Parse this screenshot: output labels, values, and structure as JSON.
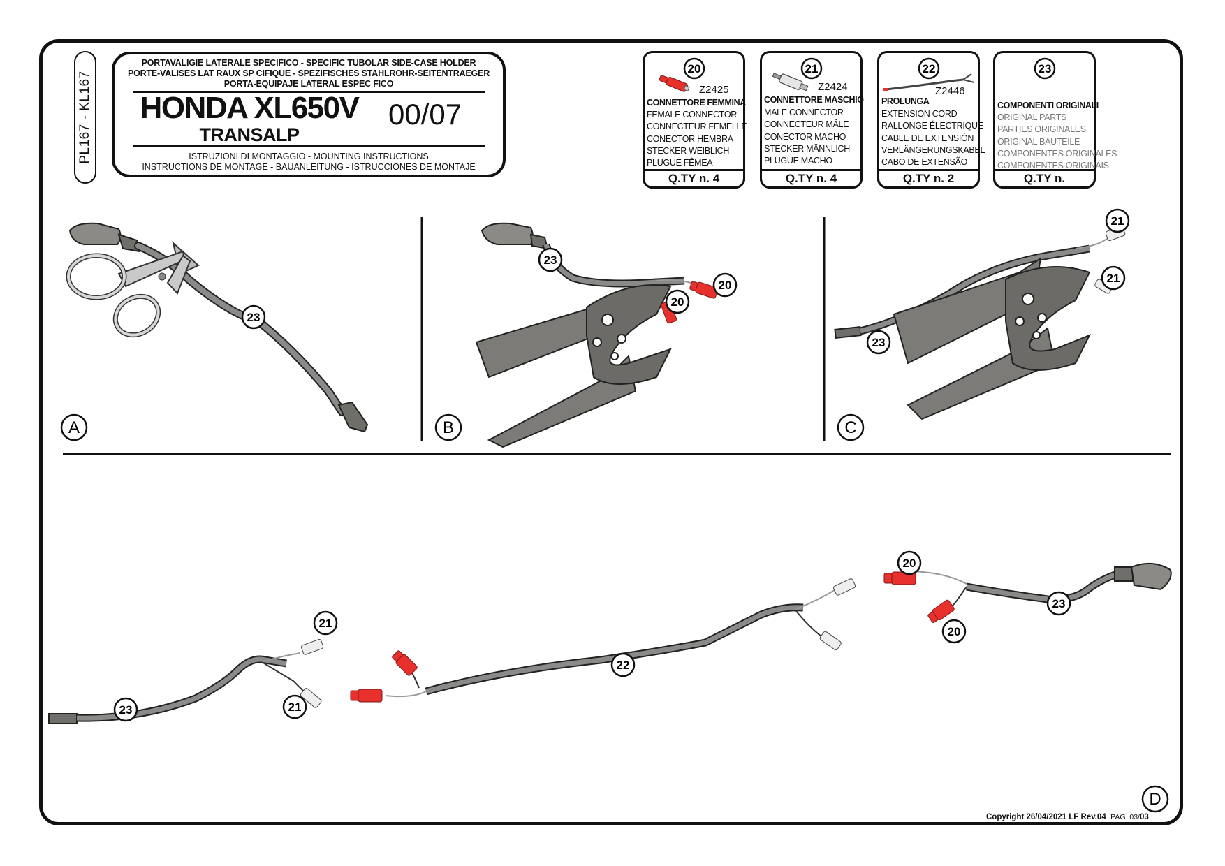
{
  "code_label": "PL167 - KL167",
  "title": {
    "header_lines": [
      "PORTAVALIGIE LATERALE SPECIFICO  -  SPECIFIC TUBOLAR SIDE-CASE HOLDER",
      "PORTE-VALISES LAT RAUX SP CIFIQUE - SPEZIFISCHES STAHLROHR-SEITENTRAEGER",
      "PORTA-EQUIPAJE LATERAL ESPEC FICO"
    ],
    "model": "HONDA XL650V",
    "submodel": "TRANSALP",
    "date": "00/07",
    "instruction_lines": [
      "ISTRUZIONI DI MONTAGGIO  -  MOUNTING INSTRUCTIONS",
      "INSTRUCTIONS DE MONTAGE - BAUANLEITUNG - ISTRUCCIONES DE MONTAJE"
    ]
  },
  "parts": [
    {
      "number": "20",
      "code": "Z2425",
      "name": "CONNETTORE FEMMINA",
      "translations": [
        "FEMALE CONNECTOR",
        "CONNECTEUR FEMELLE",
        "CONECTOR HEMBRA",
        "STECKER WEIBLICH",
        "PLUGUE FÊMEA"
      ],
      "qty": "Q.TY n. 4"
    },
    {
      "number": "21",
      "code": "Z2424",
      "name": "CONNETTORE MASCHIO",
      "translations": [
        "MALE CONNECTOR",
        "CONNECTEUR MÂLE",
        "CONECTOR MACHO",
        "STECKER MÄNNLICH",
        "PLUGUE MACHO"
      ],
      "qty": "Q.TY n. 4"
    },
    {
      "number": "22",
      "code": "Z2446",
      "name": "PROLUNGA",
      "translations": [
        "EXTENSION CORD",
        "RALLONGE ÉLECTRIQUE",
        "CABLE DE EXTENSIÓN",
        "VERLÄNGERUNGSKABEL",
        "CABO DE EXTENSÃO"
      ],
      "qty": "Q.TY n. 2"
    },
    {
      "number": "23",
      "code": "",
      "name": "COMPONENTI ORIGINALI",
      "translations": [
        "ORIGINAL PARTS",
        "PARTIES ORIGINALES",
        "ORIGINAL BAUTEILE",
        "COMPONENTES ORIGINALES",
        "COMPONENTES ORIGINAIS"
      ],
      "qty": "Q.TY n."
    }
  ],
  "steps": {
    "a": "A",
    "b": "B",
    "c": "C",
    "d": "D"
  },
  "callouts": {
    "n20": "20",
    "n21": "21",
    "n22": "22",
    "n23": "23"
  },
  "copyright": "Copyright 26/04/2021 LF Rev.04",
  "page_prefix": "PAG. 03/",
  "page_total": "03",
  "colors": {
    "connector_red": "#e8302c",
    "cable_grey": "#8a8a88",
    "tool_grey": "#7c7b78",
    "outline": "#111111"
  }
}
